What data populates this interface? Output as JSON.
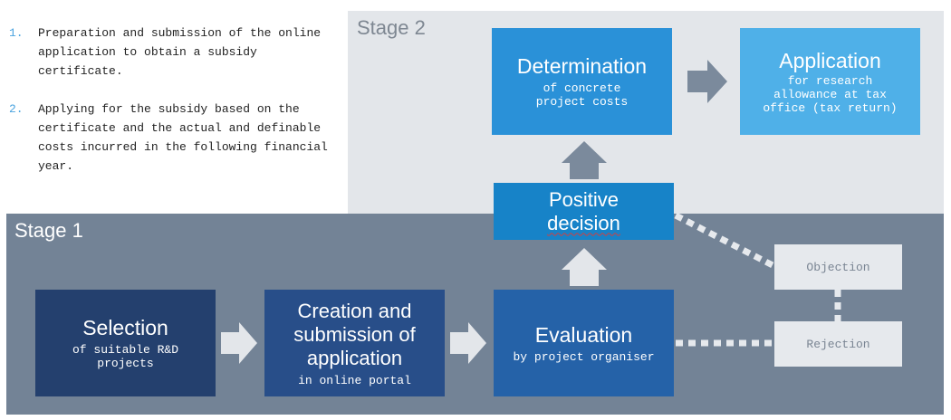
{
  "intro": {
    "items": [
      {
        "number": "1.",
        "text": "Preparation and submission of the online application to obtain a subsidy certificate."
      },
      {
        "number": "2.",
        "text": "Applying for the subsidy based on the certificate and the actual and definable costs incurred in the following financial year."
      }
    ]
  },
  "stage2": {
    "title": "Stage 2"
  },
  "stage1": {
    "title": "Stage 1"
  },
  "boxes": {
    "selection": {
      "title": "Selection",
      "sub": "of suitable R&D projects"
    },
    "creation": {
      "title": "Creation and submission of application",
      "sub": "in online portal"
    },
    "evaluation": {
      "title": "Evaluation",
      "sub": "by project organiser"
    },
    "positive": {
      "title": "Positive decision"
    },
    "determination": {
      "title": "Determination",
      "sub": "of concrete project costs"
    },
    "application": {
      "title": "Application",
      "sub": "for research allowance at tax office (tax return)"
    },
    "objection": {
      "label": "Objection"
    },
    "rejection": {
      "label": "Rejection"
    }
  },
  "colors": {
    "stage1_bg": "#738396",
    "stage2_bg": "#e3e6ea",
    "selection": "#24406e",
    "creation": "#284e89",
    "evaluation": "#2562a8",
    "positive": "#1783c8",
    "determination": "#2a91d8",
    "application": "#4fb0e8",
    "list_number": "#4aa3df"
  }
}
